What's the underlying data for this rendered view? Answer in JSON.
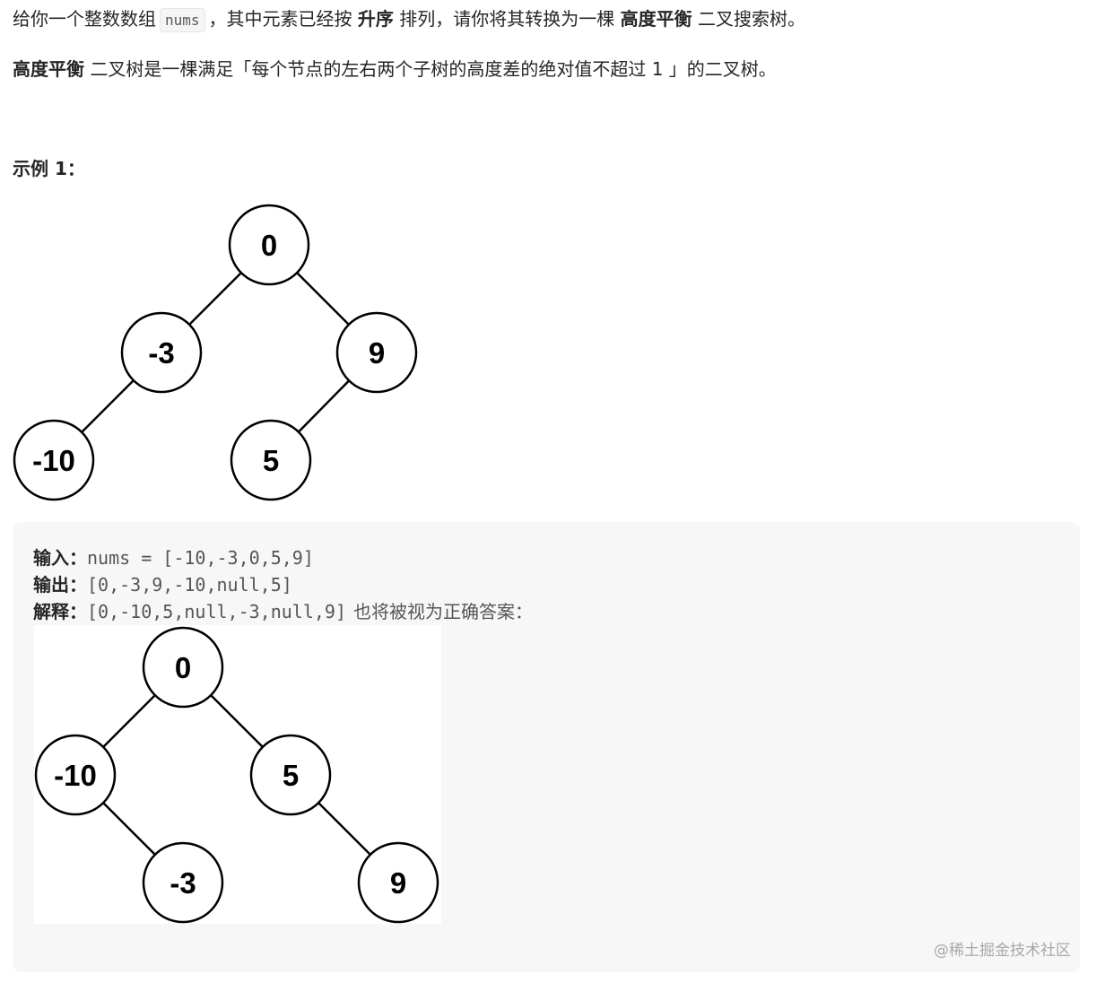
{
  "problem": {
    "p1_a": "给你一个整数数组",
    "p1_code": "nums",
    "p1_b": "，其中元素已经按",
    "p1_bold1": "升序",
    "p1_c": "排列，请你将其转换为一棵",
    "p1_bold2": "高度平衡",
    "p1_d": "二叉搜索树。",
    "p2_bold": "高度平衡",
    "p2_rest": "二叉树是一棵满足「每个节点的左右两个子树的高度差的绝对值不超过 1 」的二叉树。"
  },
  "example": {
    "heading": "示例 1：",
    "tree1_nodes": {
      "root": "0",
      "left": "-3",
      "right": "9",
      "left_left": "-10",
      "right_left": "5"
    },
    "input_label": "输入：",
    "input_value": "nums = [-10,-3,0,5,9]",
    "output_label": "输出：",
    "output_value": "[0,-3,9,-10,null,5]",
    "explain_label": "解释：",
    "explain_value": "[0,-10,5,null,-3,null,9]",
    "explain_note": "也将被视为正确答案：",
    "tree2_nodes": {
      "root": "0",
      "left": "-10",
      "right": "5",
      "left_right": "-3",
      "right_right": "9"
    }
  },
  "watermark": "@稀土掘金技术社区"
}
